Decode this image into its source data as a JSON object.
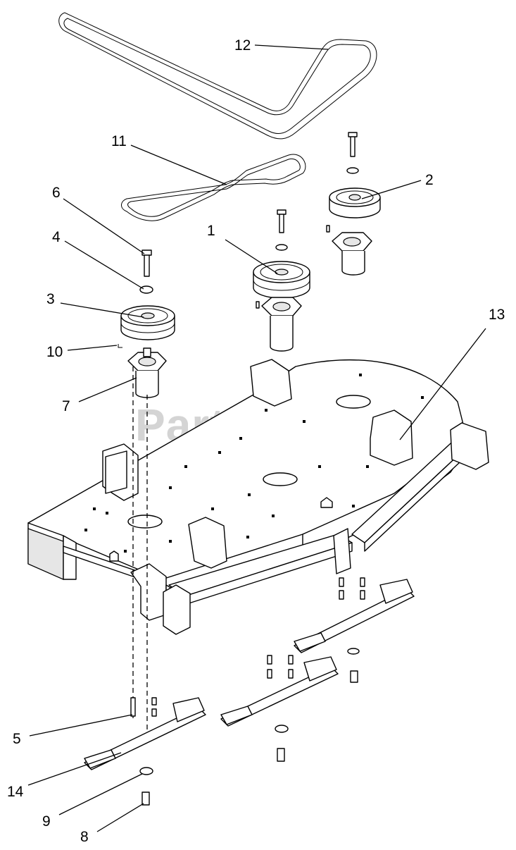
{
  "watermark": {
    "text": "PartsTree",
    "trademark": "™"
  },
  "callouts": {
    "c1": "1",
    "c2": "2",
    "c3": "3",
    "c4": "4",
    "c5": "5",
    "c6": "6",
    "c7": "7",
    "c8": "8",
    "c9": "9",
    "c10": "10",
    "c11": "11",
    "c12": "12",
    "c13": "13",
    "c14": "14"
  }
}
